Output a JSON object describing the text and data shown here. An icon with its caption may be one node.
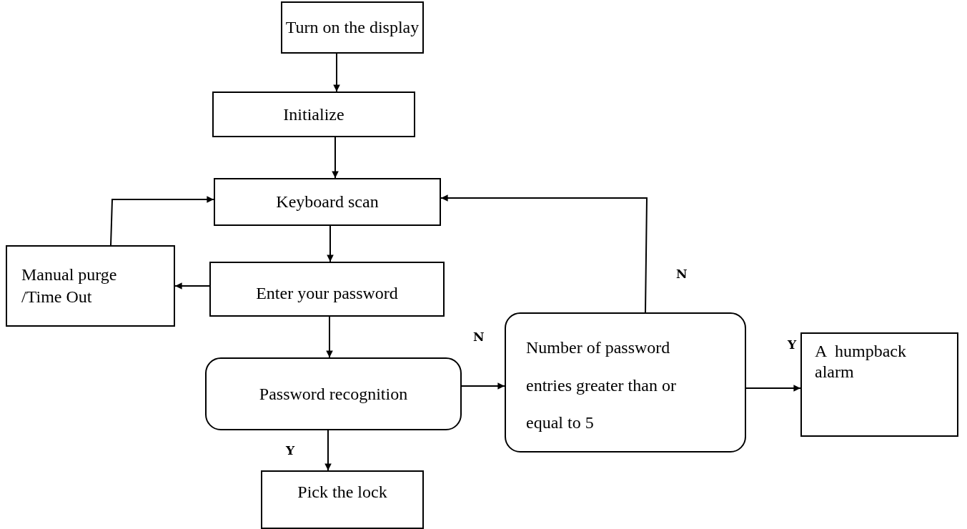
{
  "diagram": {
    "nodes": [
      {
        "text": [
          "Turn on the display"
        ]
      },
      {
        "text": [
          "Initialize"
        ]
      },
      {
        "text": [
          "Keyboard scan"
        ]
      },
      {
        "text": [
          "Manual purge /Time Out"
        ]
      },
      {
        "text": [
          "Enter your password"
        ]
      },
      {
        "text": [
          "Password recognition"
        ]
      },
      {
        "text": [
          "Number of password entries greater than or equal to 5"
        ]
      },
      {
        "text": [
          "A  humpback alarm"
        ]
      },
      {
        "text": [
          "Pick the lock"
        ]
      }
    ],
    "edges": [
      {
        "from": 0,
        "to": 1,
        "arrow": "to"
      },
      {
        "from": 1,
        "to": 2,
        "arrow": "to"
      },
      {
        "from": 2,
        "to": 4,
        "arrow": "to"
      },
      {
        "from": 4,
        "to": 3,
        "arrow": "to"
      },
      {
        "from": 3,
        "to": 2,
        "arrow": "to"
      },
      {
        "from": 4,
        "to": 5,
        "arrow": "to"
      },
      {
        "from": 5,
        "to": 6,
        "arrow": "to",
        "label": "N"
      },
      {
        "from": 5,
        "to": 8,
        "arrow": "to",
        "label": "Y"
      },
      {
        "from": 6,
        "to": 2,
        "arrow": "to",
        "label": "N"
      },
      {
        "from": 6,
        "to": 7,
        "arrow": "to",
        "label": "Y"
      }
    ]
  }
}
